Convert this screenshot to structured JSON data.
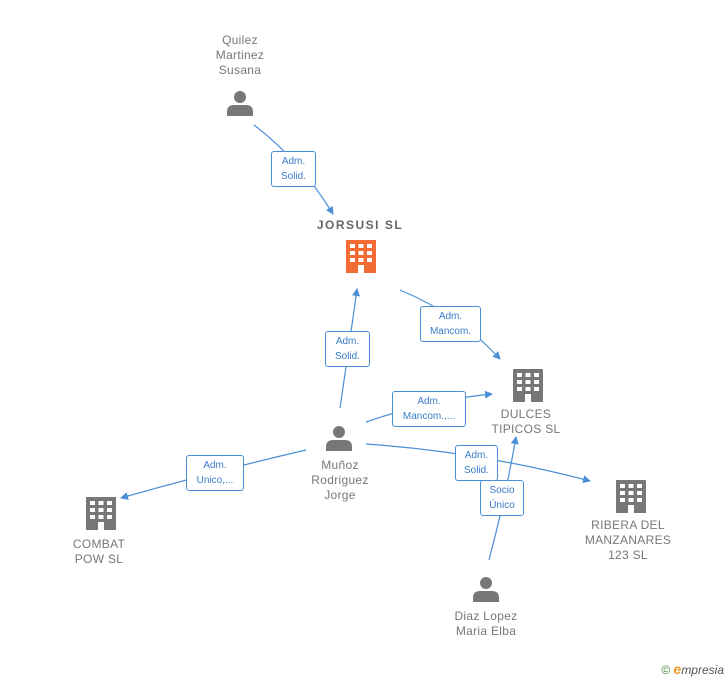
{
  "nodes": {
    "quilez": {
      "label": "Quilez\nMartinez\nSusana",
      "kind": "person"
    },
    "jorsusi": {
      "label": "JORSUSI  SL",
      "kind": "company-main"
    },
    "dulces": {
      "label": "DULCES\nTIPICOS  SL",
      "kind": "company"
    },
    "munoz": {
      "label": "Muñoz\nRodriguez\nJorge",
      "kind": "person"
    },
    "combat": {
      "label": "COMBAT\nPOW  SL",
      "kind": "company"
    },
    "ribera": {
      "label": "RIBERA DEL\nMANZANARES\n123  SL",
      "kind": "company"
    },
    "diaz": {
      "label": "Diaz Lopez\nMaria Elba",
      "kind": "person"
    }
  },
  "edges": {
    "quilez_jorsusi": "Adm.\nSolid.",
    "munoz_jorsusi": "Adm.\nSolid.",
    "jorsusi_dulces": "Adm.\nMancom.",
    "munoz_dulces": "Adm.\nMancom.,...",
    "munoz_combat": "Adm.\nUnico,...",
    "munoz_ribera": "Adm.\nSolid.",
    "diaz_dulces": "Socio\nÚnico"
  },
  "colors": {
    "edge": "#4a8fd6",
    "person_icon": "#777777",
    "company_icon": "#777777",
    "main_company_icon": "#f26b35"
  },
  "icons": {
    "person": "person-icon",
    "company": "building-icon",
    "main_company": "building-icon"
  },
  "footer": {
    "copyright": "©",
    "brand_e": "e",
    "brand_rest": "mpresia"
  }
}
